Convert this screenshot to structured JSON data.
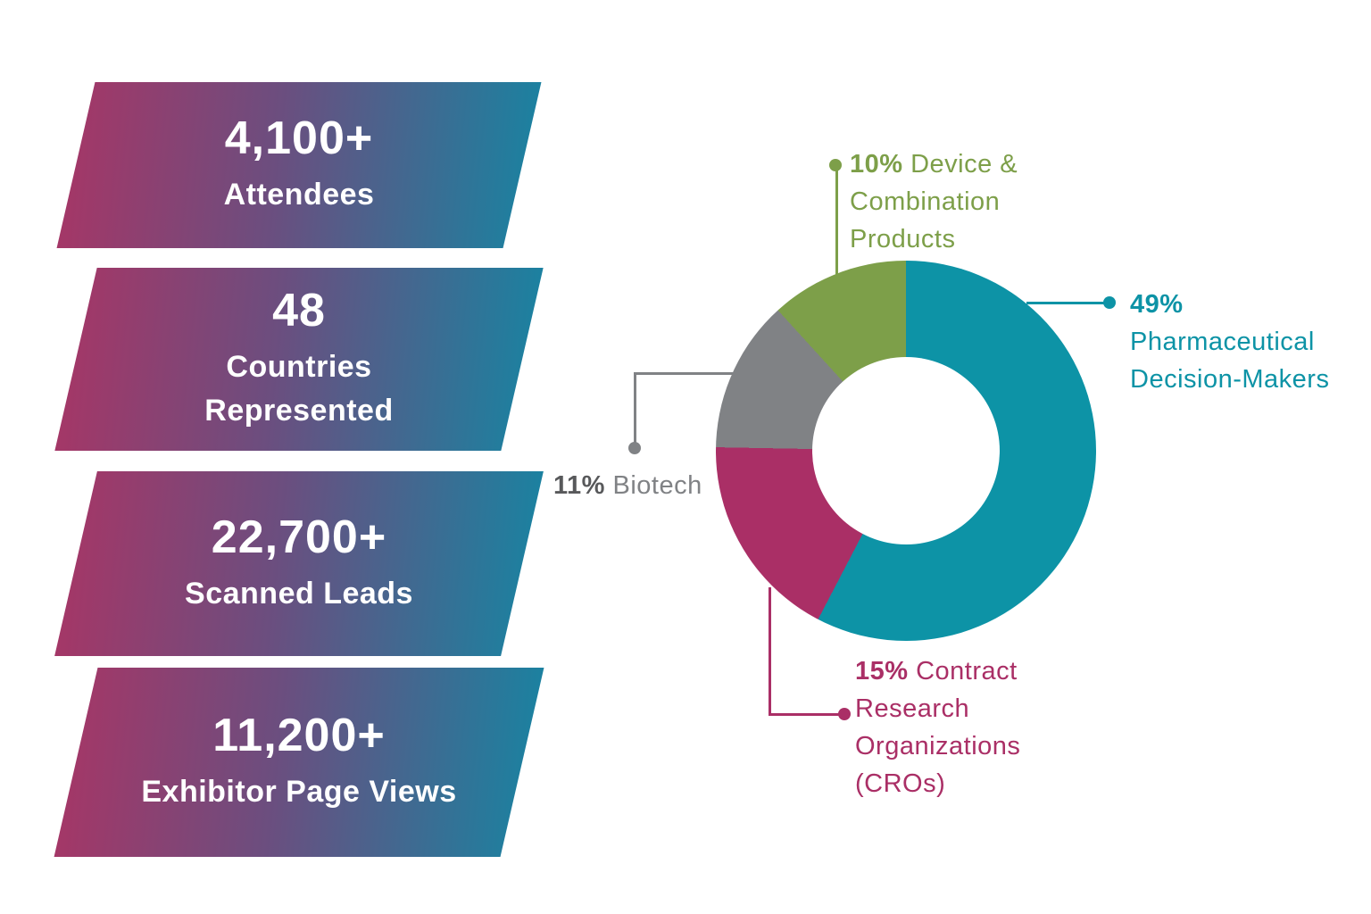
{
  "stats": [
    {
      "value": "4,100+",
      "label": "Attendees"
    },
    {
      "value": "48",
      "label": "Countries Represented"
    },
    {
      "value": "22,700+",
      "label": "Scanned Leads"
    },
    {
      "value": "11,200+",
      "label": "Exhibitor Page Views"
    }
  ],
  "card_gradient": [
    "#A43767",
    "#6B4E7F",
    "#1C81A0"
  ],
  "chart_data": {
    "type": "pie",
    "style": "donut",
    "direction": "clockwise",
    "start_angle_deg": 0,
    "slices": [
      {
        "label": "Pharmaceutical Decision-Makers",
        "value": 49,
        "display_pct": "49%",
        "color": "#0D93A6"
      },
      {
        "label": "Contract Research Organizations (CROs)",
        "value": 15,
        "display_pct": "15%",
        "color": "#AA2F66"
      },
      {
        "label": "Biotech",
        "value": 11,
        "display_pct": "11%",
        "color": "#808285"
      },
      {
        "label": "Device & Combination Products",
        "value": 10,
        "display_pct": "10%",
        "color": "#7D9F49"
      }
    ]
  },
  "annotations": {
    "device": {
      "pct": "10%",
      "lines": [
        "Device &",
        "Combination",
        "Products"
      ],
      "color": "#7D9F49"
    },
    "pharma": {
      "pct": "49%",
      "lines": [
        "Pharmaceutical",
        "Decision-Makers"
      ],
      "color": "#0D93A6"
    },
    "biotech": {
      "pct": "11%",
      "text": "Biotech",
      "color": "#808285",
      "pct_color": "#58595B"
    },
    "cro": {
      "pct": "15%",
      "lines": [
        "Contract",
        "Research",
        "Organizations",
        "(CROs)"
      ],
      "color": "#AA2F66"
    }
  }
}
